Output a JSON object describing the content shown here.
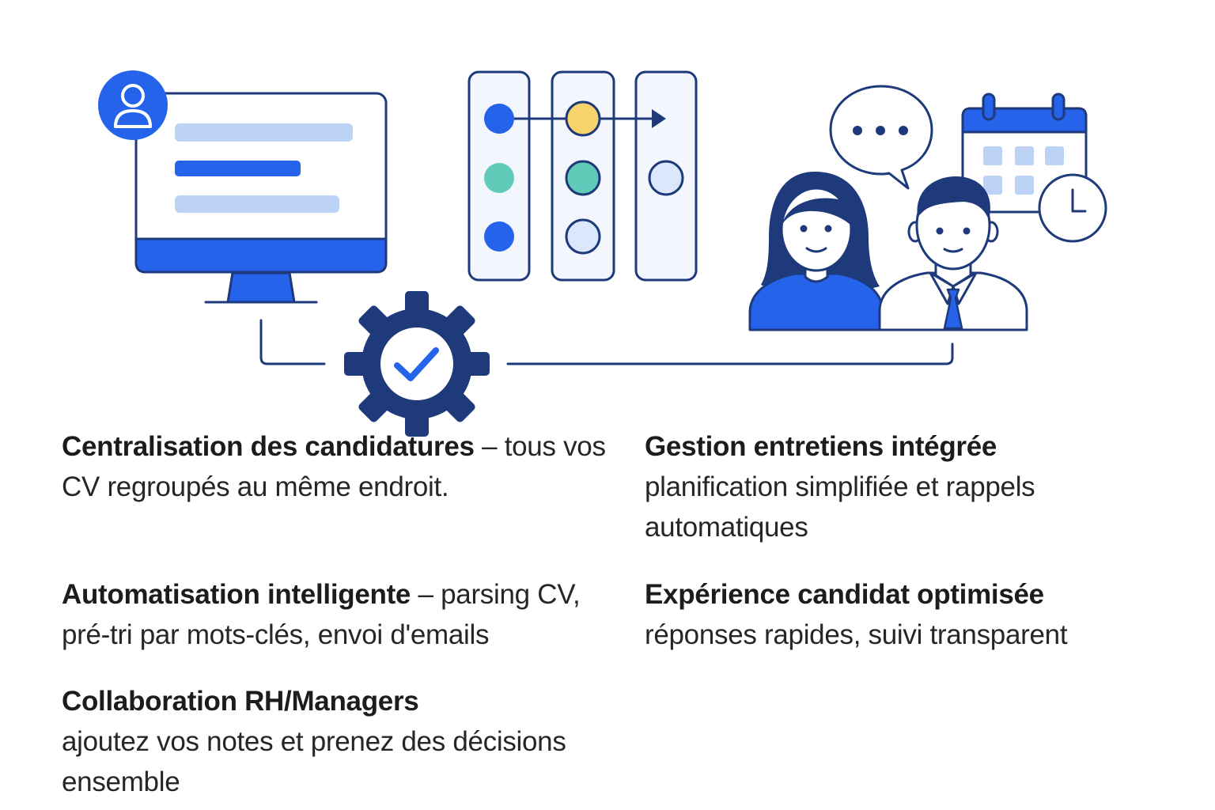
{
  "features": [
    {
      "title": "Centralisation des candidatures",
      "separator": " – ",
      "desc": "tous vos CV regroupés au même endroit."
    },
    {
      "title": "Automatisation intelligente",
      "separator": " – ",
      "desc": "parsing CV, pré-tri par mots-clés, envoi d'emails"
    },
    {
      "title": "Collaboration RH/Managers",
      "separator": "",
      "desc": "ajoutez vos notes et prenez des décisions ensemble"
    },
    {
      "title": "Gestion entretiens intégrée",
      "separator": "",
      "desc": "planification simplifiée et rappels automatiques"
    },
    {
      "title": "Expérience candidat optimisée",
      "separator": "",
      "desc": "réponses rapides, suivi transparent"
    }
  ],
  "icons": [
    "user-avatar-icon",
    "monitor-icon",
    "pipeline-board-icon",
    "gear-check-icon",
    "chat-bubble-icon",
    "calendar-icon",
    "clock-icon",
    "woman-icon",
    "man-icon"
  ],
  "colors": {
    "navy": "#1e3a7b",
    "blue": "#2563eb",
    "light_blue": "#bcd3f7",
    "pale_blue": "#dbe8fb",
    "panel": "#f3f6fc",
    "yellow": "#f8d36b",
    "teal": "#5fcbb8"
  }
}
